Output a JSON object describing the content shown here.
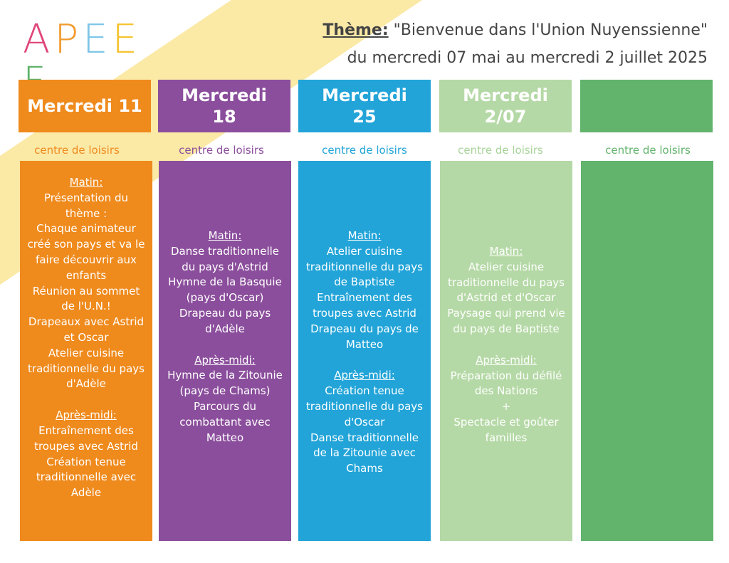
{
  "logo": {
    "letters": [
      "A",
      "P",
      "E",
      "E",
      "F"
    ]
  },
  "header": {
    "theme_label": "Thème:",
    "theme_text": "\"Bienvenue dans l'Union Nuyenssienne\"",
    "dates": "du mercredi 07 mai au mercredi 2 juillet 2025"
  },
  "colors": {
    "orange": "#ef8a1c",
    "purple": "#8b4e9c",
    "blue": "#22a4d8",
    "light_green": "#b5d9a6",
    "green": "#62b46d",
    "band": "#fbe9a6"
  },
  "days": [
    {
      "title": "Mercredi 11",
      "centre": "centre de loisirs",
      "lines": [
        "Matin:",
        "Présentation du",
        "thème :",
        "Chaque animateur",
        "créé son pays et va le",
        "faire découvrir aux",
        "enfants",
        "Réunion au sommet",
        "de l'U.N.!",
        "Drapeaux avec Astrid",
        "et Oscar",
        "Atelier cuisine",
        "traditionnelle du pays",
        "d'Adèle",
        "",
        "Après-midi:",
        "Entraînement des",
        "troupes avec Astrid",
        "Création tenue",
        "traditionnelle avec",
        "Adèle"
      ]
    },
    {
      "title": "Mercredi 18",
      "centre": "centre de loisirs",
      "lines": [
        "Matin:",
        "Danse traditionnelle",
        "du pays d'Astrid",
        "Hymne de la Basquie",
        "(pays d'Oscar)",
        "Drapeau du pays",
        "d'Adèle",
        "",
        "Après-midi:",
        "Hymne de la Zitounie",
        "(pays de Chams)",
        "Parcours du",
        "combattant avec",
        "Matteo"
      ]
    },
    {
      "title": "Mercredi 25",
      "centre": "centre de loisirs",
      "lines": [
        "Matin:",
        "Atelier cuisine",
        "traditionnelle du pays",
        "de Baptiste",
        "Entraînement des",
        "troupes avec Astrid",
        "Drapeau du pays de",
        "Matteo",
        "",
        "Après-midi:",
        "Création tenue",
        "traditionnelle du pays",
        "d'Oscar",
        "Danse traditionnelle",
        "de la Zitounie avec",
        "Chams"
      ]
    },
    {
      "title": "Mercredi 2/07",
      "centre": "centre de loisirs",
      "lines": [
        "Matin:",
        "Atelier cuisine",
        "traditionnelle du pays",
        "d'Astrid et d'Oscar",
        "Paysage qui prend vie",
        "du pays de Baptiste",
        "",
        "Après-midi:",
        "Préparation du défilé",
        "des Nations",
        "+",
        "Spectacle et goûter",
        "familles"
      ]
    },
    {
      "title": "",
      "centre": "centre de loisirs",
      "lines": []
    }
  ]
}
